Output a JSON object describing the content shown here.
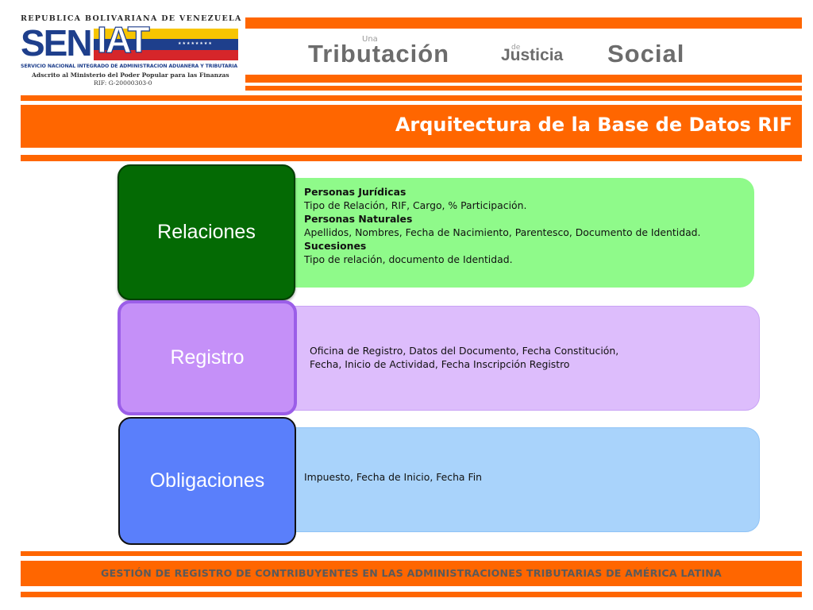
{
  "header": {
    "logo": {
      "country": "REPUBLICA BOLIVARIANA DE VENEZUELA",
      "brand_a": "SEN",
      "brand_b": "IAT",
      "line1": "SERVICIO NACIONAL INTEGRADO DE ADMINISTRACION ADUANERA Y TRIBUTARIA",
      "line2": "Adscrito al Ministerio del Poder Popular para las Finanzas",
      "line3": "RIF: G-20000303-0"
    },
    "slogan": {
      "small1": "Una",
      "main": "Tributación",
      "small2": "de",
      "middle": "Justicia",
      "last": "Social"
    },
    "title": "Arquitectura de la Base de Datos RIF"
  },
  "diagram": {
    "blocks": [
      {
        "label": "Relaciones",
        "details": [
          {
            "heading": "Personas Jurídicas",
            "text": "Tipo de Relación, RIF, Cargo, % Participación."
          },
          {
            "heading": "Personas Naturales",
            "text": "Apellidos, Nombres, Fecha de Nacimiento, Parentesco, Documento de Identidad."
          },
          {
            "heading": "Sucesiones",
            "text": "Tipo de relación, documento de Identidad."
          }
        ]
      },
      {
        "label": "Registro",
        "lines": [
          "Oficina de Registro, Datos del Documento, Fecha Constitución,",
          "Fecha, Inicio de Actividad, Fecha Inscripción Registro"
        ]
      },
      {
        "label": "Obligaciones",
        "lines": [
          "Impuesto, Fecha de Inicio, Fecha Fin"
        ]
      }
    ]
  },
  "footer": {
    "text": "GESTIÓN DE REGISTRO DE CONTRIBUYENTES EN LAS ADMINISTRACIONES TRIBUTARIAS DE AMÉRICA LATINA"
  },
  "colors": {
    "accent": "#ff6600",
    "relaciones": "#046a04",
    "registro": "#c590f8",
    "obligaciones": "#5a7ffb"
  }
}
